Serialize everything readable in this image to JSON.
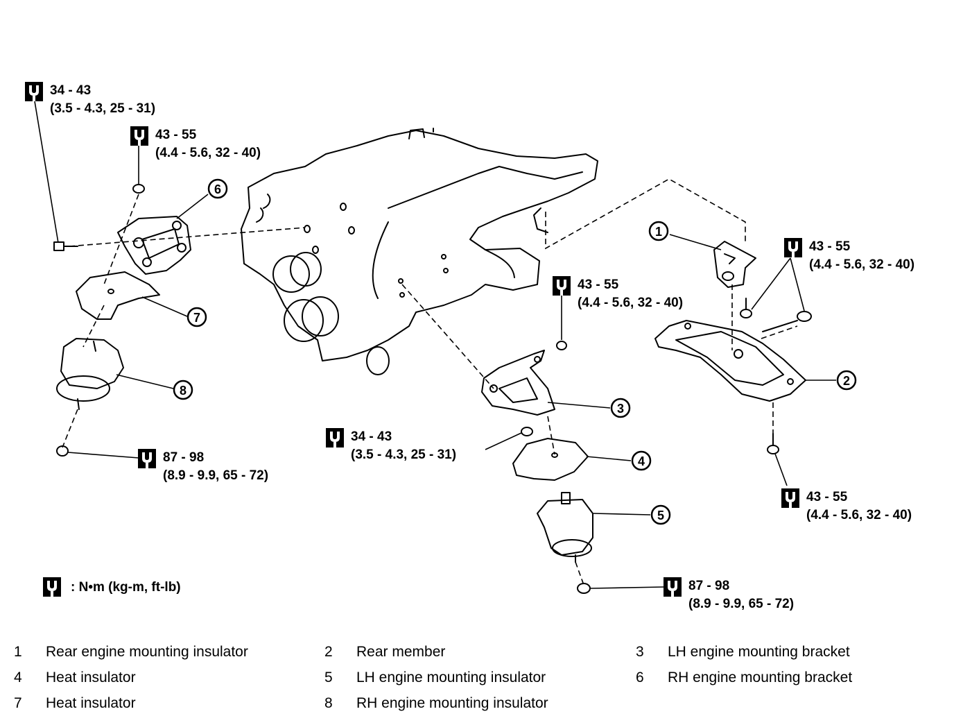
{
  "torque_specs": [
    {
      "id": "t-rh-top-bolt",
      "value": "34 - 43",
      "alt": "(3.5 - 4.3, 25 - 31)"
    },
    {
      "id": "t-rh-top-nut",
      "value": "43 - 55",
      "alt": "(4.4 - 5.6, 32 - 40)"
    },
    {
      "id": "t-rh-bottom-nut",
      "value": "87 - 98",
      "alt": "(8.9 - 9.9, 65 - 72)"
    },
    {
      "id": "t-lh-bracket-nut",
      "value": "43 - 55",
      "alt": "(4.4 - 5.6, 32 - 40)"
    },
    {
      "id": "t-lh-bracket-bolt",
      "value": "34 - 43",
      "alt": "(3.5 - 4.3, 25 - 31)"
    },
    {
      "id": "t-lh-bottom-nut",
      "value": "87 - 98",
      "alt": "(8.9 - 9.9, 65 - 72)"
    },
    {
      "id": "t-rear-top",
      "value": "43 - 55",
      "alt": "(4.4 - 5.6, 32 - 40)"
    },
    {
      "id": "t-rear-bottom",
      "value": "43 - 55",
      "alt": "(4.4 - 5.6, 32 - 40)"
    }
  ],
  "legend_units": ": N•m (kg-m,  ft-lb)",
  "callout_numbers": [
    "1",
    "2",
    "3",
    "4",
    "5",
    "6",
    "7",
    "8"
  ],
  "parts": [
    {
      "num": "1",
      "name": "Rear engine mounting insulator"
    },
    {
      "num": "2",
      "name": "Rear member"
    },
    {
      "num": "3",
      "name": "LH engine mounting bracket"
    },
    {
      "num": "4",
      "name": "Heat insulator"
    },
    {
      "num": "5",
      "name": "LH engine mounting insulator"
    },
    {
      "num": "6",
      "name": "RH engine mounting bracket"
    },
    {
      "num": "7",
      "name": "Heat insulator"
    },
    {
      "num": "8",
      "name": "RH engine mounting insulator"
    }
  ]
}
